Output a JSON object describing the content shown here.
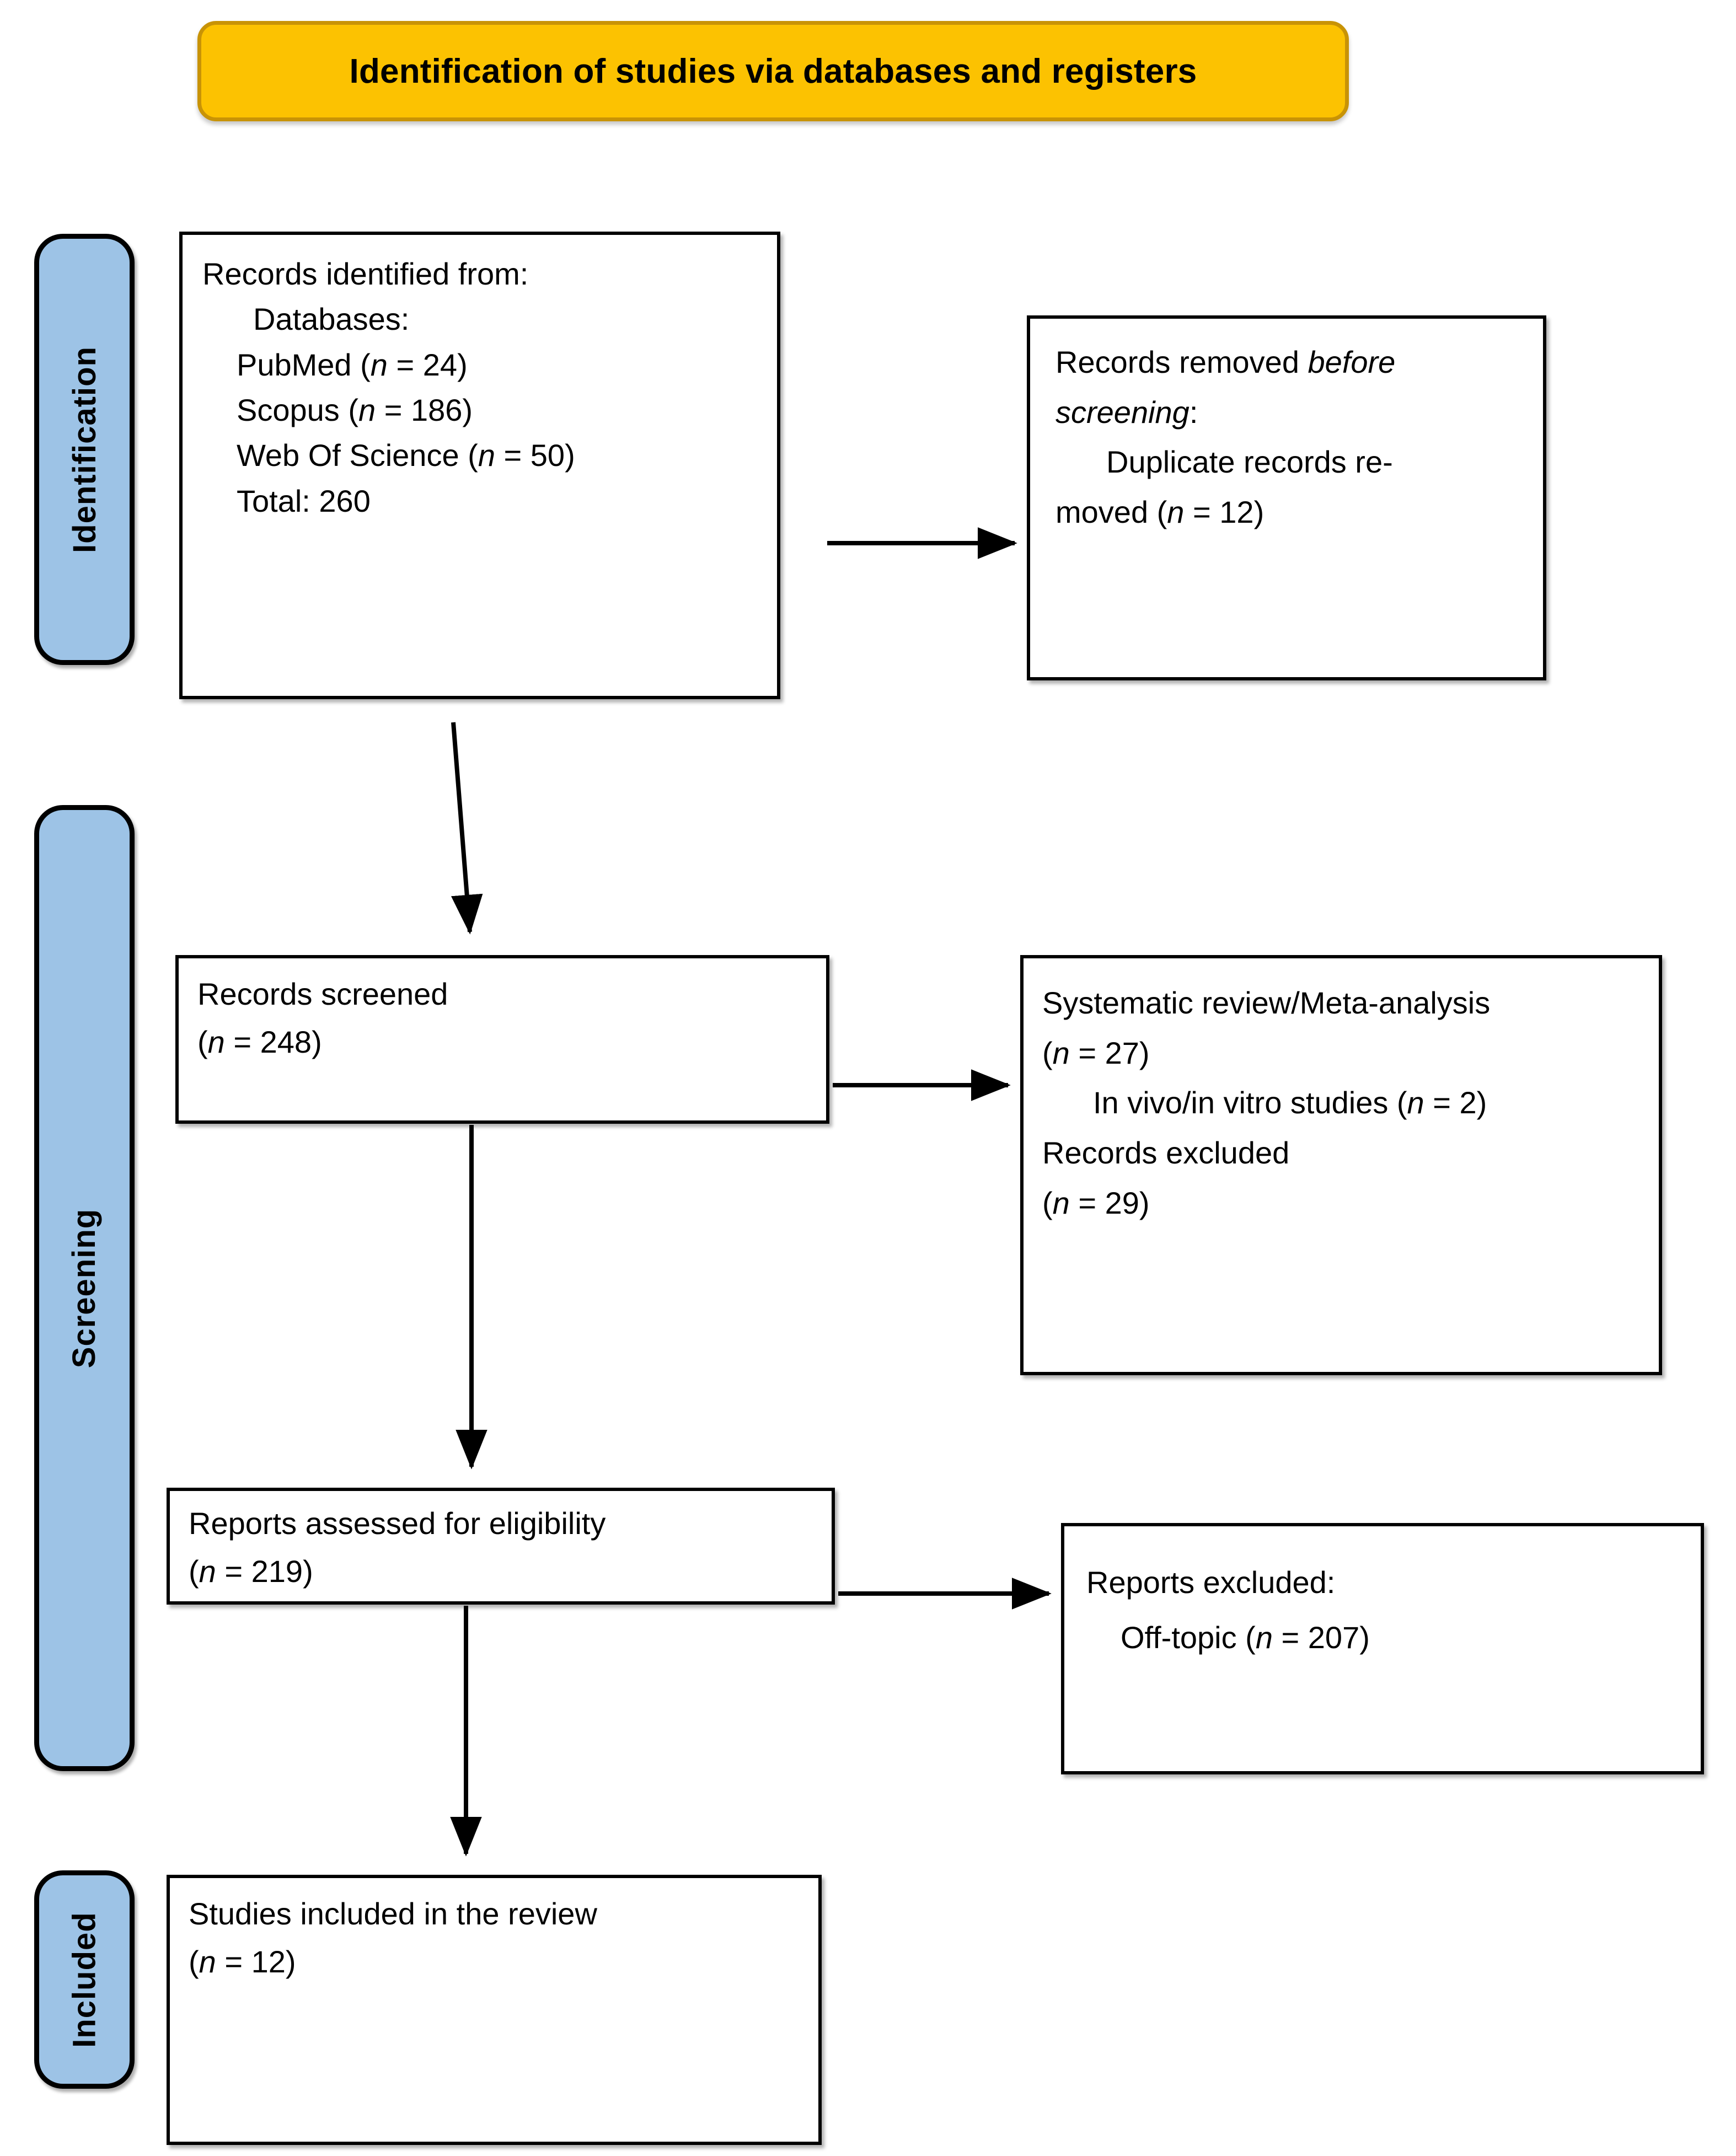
{
  "banner": {
    "title": "Identification of studies via databases and registers",
    "fill_color": "#FCC201",
    "border_color": "#C89306"
  },
  "stage_bars": {
    "fill_color": "#9DC3E6",
    "items": [
      {
        "label": "Identification"
      },
      {
        "label": "Screening"
      },
      {
        "label": "Included"
      }
    ]
  },
  "boxes": {
    "identified": {
      "lines": [
        "Records identified from:",
        "Databases:",
        "PubMed (",
        "n",
        " = 24)",
        "Scopus (",
        " = 186)",
        "Web Of Science (",
        " = 50)",
        "Total: 260"
      ],
      "l1": "Records identified from:",
      "l2": "Databases:",
      "l3_pre": "PubMed (",
      "l3_n": "n",
      "l3_post": " = 24)",
      "l4_pre": "Scopus (",
      "l4_n": "n",
      "l4_post": " = 186)",
      "l5_pre": "Web Of Science (",
      "l5_n": "n",
      "l5_post": " = 50)",
      "l6": "Total: 260"
    },
    "removed": {
      "l1_pre": "Records removed ",
      "l1_em": "before",
      "l2_em": "screening",
      "l2_post": ":",
      "l3": "Duplicate records re-",
      "l4_pre": "moved (",
      "l4_n": "n",
      "l4_post": " = 12)"
    },
    "screened": {
      "l1": "Records screened",
      "l2_pre": "(",
      "l2_n": "n",
      "l2_post": " = 248)"
    },
    "excluded_screening": {
      "l1": "Systematic  review/Meta-analysis",
      "l2_pre": "(",
      "l2_n": "n",
      "l2_post": " = 27)",
      "l3_pre": "In vivo/in vitro studies (",
      "l3_n": "n",
      "l3_post": " = 2)",
      "l4": "Records excluded",
      "l5_pre": "(",
      "l5_n": "n",
      "l5_post": " = 29)"
    },
    "eligibility": {
      "l1": "Reports assessed for eligibility",
      "l2_pre": "(",
      "l2_n": "n",
      "l2_post": " = 219)"
    },
    "excluded_reports": {
      "l1": "Reports excluded:",
      "l2_pre": "Off-topic (",
      "l2_n": "n",
      "l2_post": " = 207)"
    },
    "included": {
      "l1": "Studies included in the review",
      "l2_pre": "(",
      "l2_n": "n",
      "l2_post": " = 12)"
    }
  },
  "chart_data": {
    "type": "diagram",
    "title": "Identification of studies via databases and registers",
    "nodes": [
      {
        "id": "identified",
        "stage": "Identification",
        "label": "Records identified from: Databases: PubMed (n = 24) Scopus (n = 186) Web Of Science (n = 50) Total: 260",
        "counts": {
          "PubMed": 24,
          "Scopus": 186,
          "Web Of Science": 50,
          "Total": 260
        }
      },
      {
        "id": "removed",
        "stage": "Identification",
        "label": "Records removed before screening: Duplicate records removed (n = 12)",
        "counts": {
          "Duplicate records removed": 12
        }
      },
      {
        "id": "screened",
        "stage": "Screening",
        "label": "Records screened (n = 248)",
        "counts": {
          "n": 248
        }
      },
      {
        "id": "excluded_screening",
        "stage": "Screening",
        "label": "Systematic review/Meta-analysis (n = 27) In vivo/in vitro studies (n = 2) Records excluded (n = 29)",
        "counts": {
          "Systematic review/Meta-analysis": 27,
          "In vivo/in vitro studies": 2,
          "Records excluded": 29
        }
      },
      {
        "id": "eligibility",
        "stage": "Screening",
        "label": "Reports assessed for eligibility (n = 219)",
        "counts": {
          "n": 219
        }
      },
      {
        "id": "excluded_reports",
        "stage": "Screening",
        "label": "Reports excluded: Off-topic (n = 207)",
        "counts": {
          "Off-topic": 207
        }
      },
      {
        "id": "included",
        "stage": "Included",
        "label": "Studies included in the review (n = 12)",
        "counts": {
          "n": 12
        }
      }
    ],
    "edges": [
      {
        "from": "identified",
        "to": "removed"
      },
      {
        "from": "identified",
        "to": "screened"
      },
      {
        "from": "screened",
        "to": "excluded_screening"
      },
      {
        "from": "screened",
        "to": "eligibility"
      },
      {
        "from": "eligibility",
        "to": "excluded_reports"
      },
      {
        "from": "eligibility",
        "to": "included"
      }
    ]
  }
}
